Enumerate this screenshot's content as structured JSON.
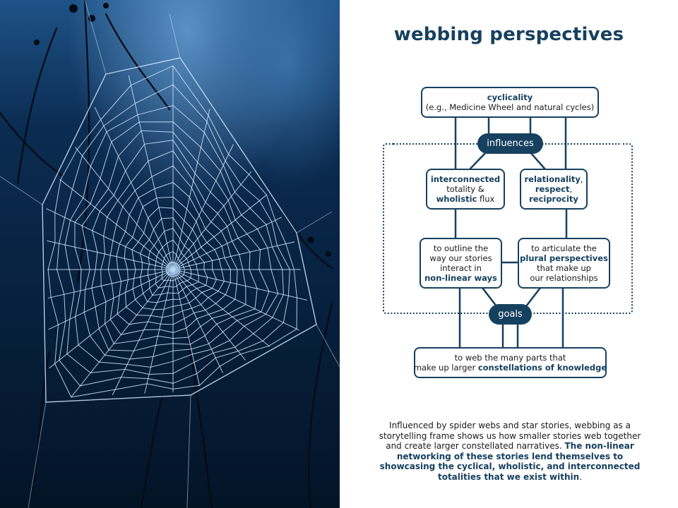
{
  "title": "webbing perspectives",
  "cyclicality": {
    "head": "cyclicality",
    "sub": "(e.g., Medicine Wheel and natural cycles)"
  },
  "influences_label": "influences",
  "interconnected": {
    "w1": "interconnected",
    "w2": "totality &",
    "w3": "wholistic",
    "w4": " flux"
  },
  "relationality": {
    "w1": "relationality",
    "w2": ",",
    "w3": "respect",
    "w4": ",",
    "w5": "reciprocity"
  },
  "outline": {
    "l1": "to outline the",
    "l2": "way our stories",
    "l3": "interact in",
    "l4": "non-linear ways"
  },
  "articulate": {
    "l1": "to articulate the",
    "l2": "plural perspectives",
    "l3": "that make up",
    "l4": "our relationships"
  },
  "goals_label": "goals",
  "constellations": {
    "l1": "to web the many parts that",
    "l2a": "make up larger ",
    "l2b": "constellations of knowledge"
  },
  "paragraph": {
    "plain": "Influenced by spider webs and star stories, webbing as a storytelling frame shows us how smaller stories web together and create larger constellated narratives. ",
    "bold": "The non-linear networking of these stories lend themselves to showcasing the cyclical, wholistic, and interconnected totalities that we exist within",
    "end": "."
  },
  "colors": {
    "navy": "#16405f",
    "photo_dark": "#061a30",
    "web_light": "#cfe6ff"
  }
}
